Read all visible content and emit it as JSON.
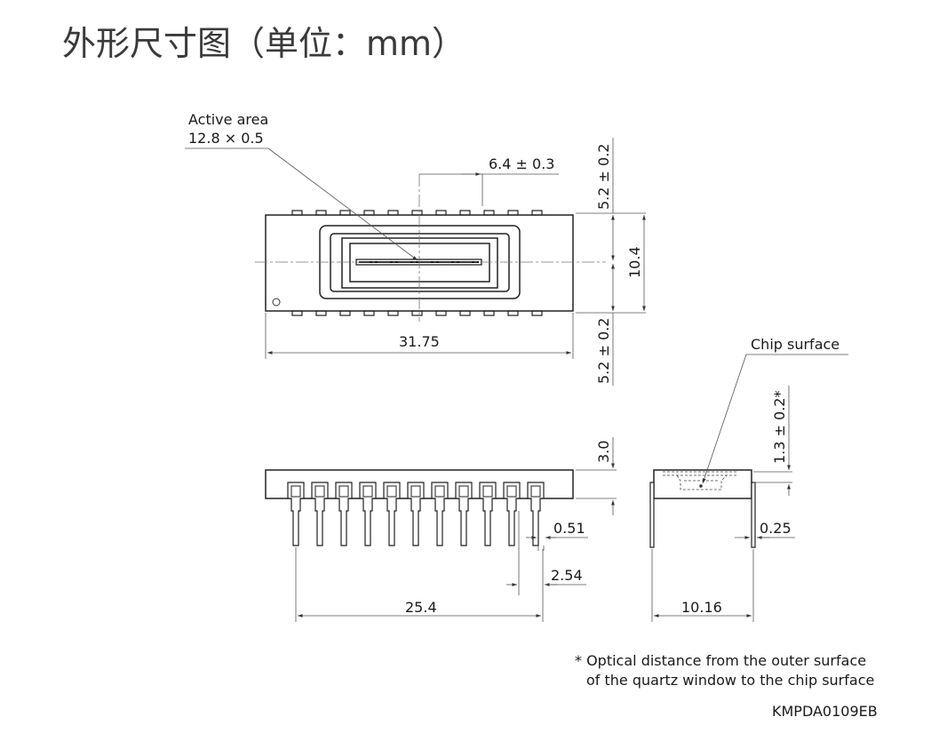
{
  "title": "外形尺寸图（单位：mm）",
  "labels": {
    "active_area_line1": "Active area",
    "active_area_line2": "12.8 × 0.5",
    "dim_6_4": "6.4 ± 0.3",
    "dim_5_2_top": "5.2 ± 0.2",
    "dim_10_4": "10.4",
    "dim_5_2_bottom": "5.2 ± 0.2",
    "dim_31_75": "31.75",
    "chip_surface": "Chip surface",
    "dim_1_3": "1.3 ± 0.2*",
    "dim_3_0": "3.0",
    "dim_0_51": "0.51",
    "dim_0_25": "0.25",
    "dim_2_54": "2.54",
    "dim_25_4": "25.4",
    "dim_10_16": "10.16"
  },
  "footnote": {
    "line1": "* Optical distance from the outer surface",
    "line2": "of the quartz window to the chip surface"
  },
  "doc_code": "KMPDA0109EB"
}
